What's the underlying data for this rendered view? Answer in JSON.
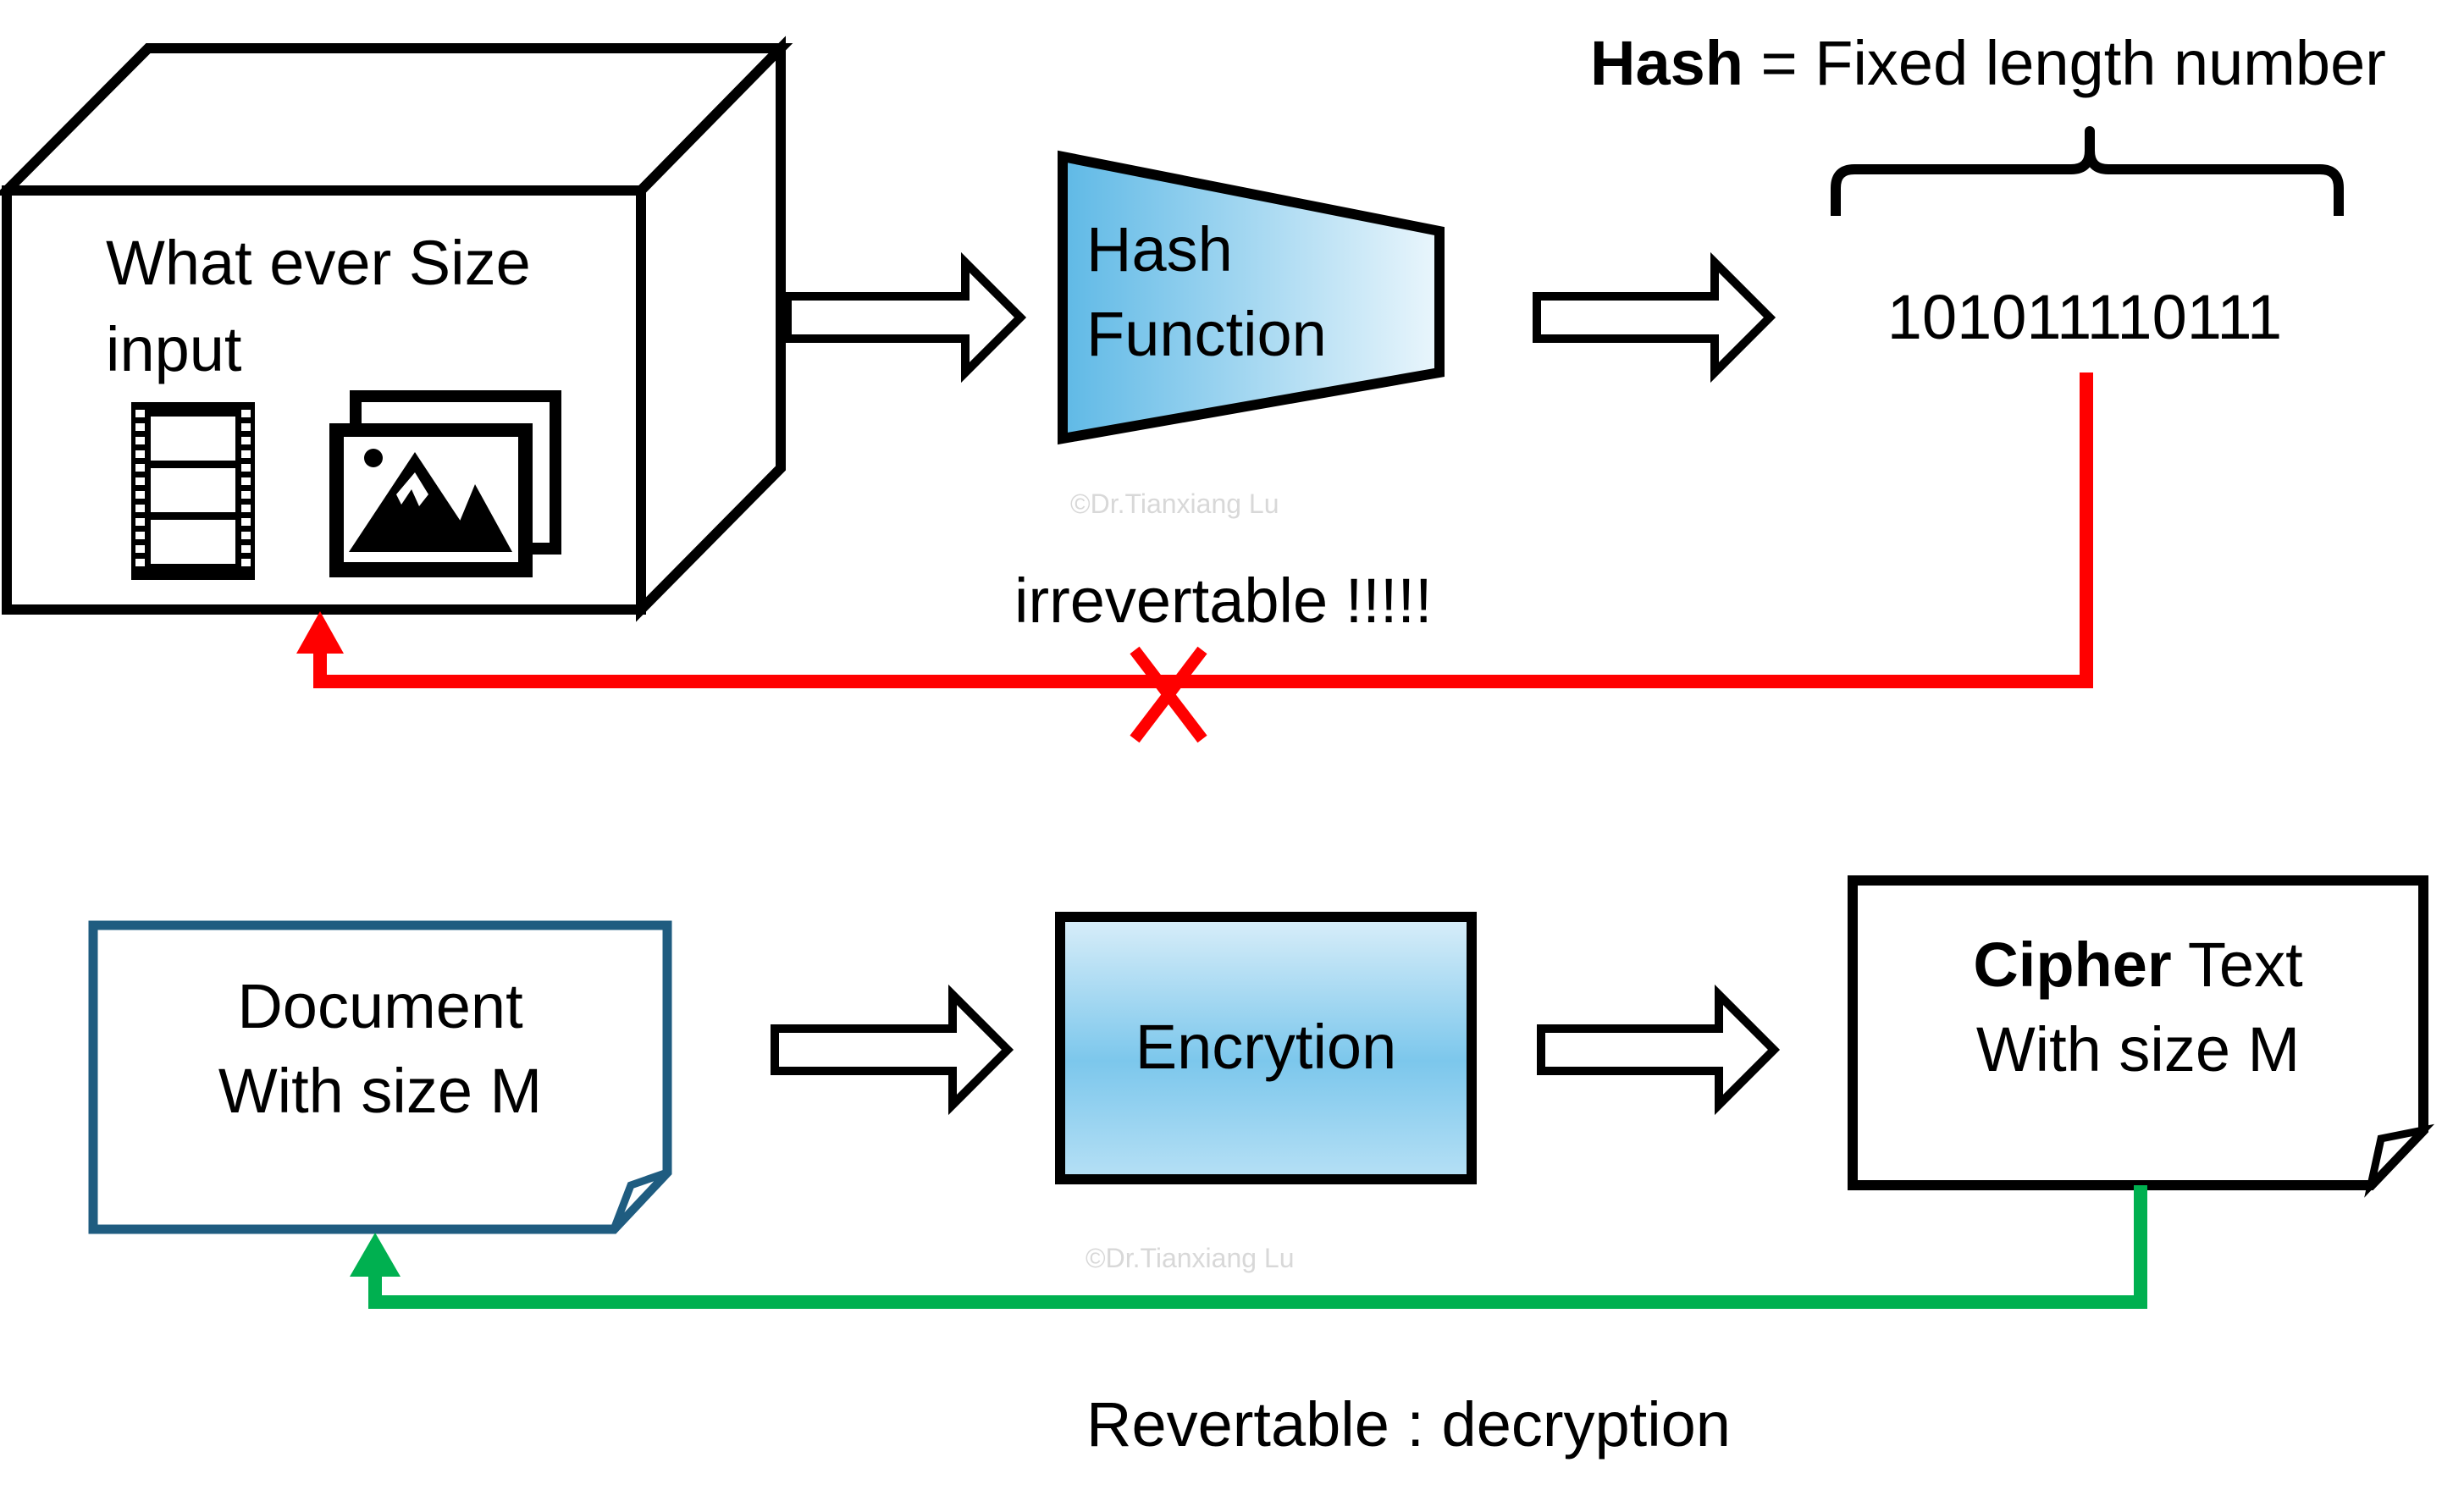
{
  "hash_section": {
    "input_box": {
      "line1": "What ever Size",
      "line2": "input"
    },
    "hash_function": {
      "line1": "Hash",
      "line2": "Function"
    },
    "hash_header": {
      "bold": "Hash",
      "rest": " = Fixed length number"
    },
    "hash_value": "101011110111",
    "irreversible_label": "irrevertable !!!!!"
  },
  "encryption_section": {
    "document": {
      "line1": "Document",
      "line2": "With size M"
    },
    "encryption_box": "Encrytion",
    "cipher": {
      "bold": "Cipher",
      "rest": " Text",
      "line2": "With size M"
    },
    "reversible_label": "Revertable : decryption"
  },
  "watermark": "©Dr.Tianxiang Lu",
  "colors": {
    "irreversible_path": "#ff0000",
    "reversible_path": "#00b050",
    "document_border": "#1f5c80",
    "box_fill_top": "#6ec3ea",
    "box_fill_bottom": "#e8f5fc"
  }
}
